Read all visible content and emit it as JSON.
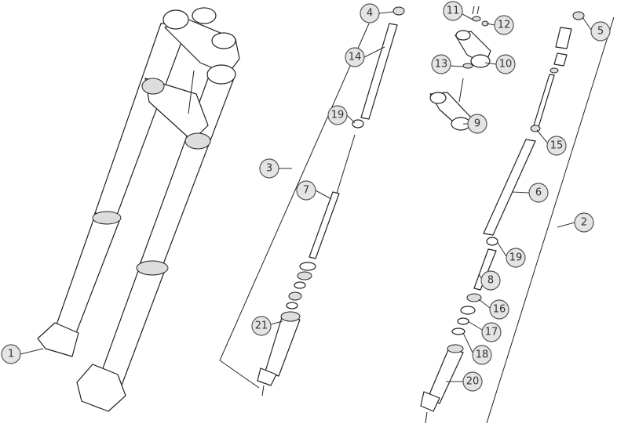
{
  "diagram": {
    "callouts": [
      {
        "label": "1"
      },
      {
        "label": "2"
      },
      {
        "label": "3"
      },
      {
        "label": "4"
      },
      {
        "label": "5"
      },
      {
        "label": "6"
      },
      {
        "label": "7"
      },
      {
        "label": "8"
      },
      {
        "label": "9"
      },
      {
        "label": "10"
      },
      {
        "label": "11"
      },
      {
        "label": "12"
      },
      {
        "label": "13"
      },
      {
        "label": "14"
      },
      {
        "label": "15"
      },
      {
        "label": "16"
      },
      {
        "label": "17"
      },
      {
        "label": "18"
      },
      {
        "label": "19"
      },
      {
        "label": "19"
      },
      {
        "label": "20"
      },
      {
        "label": "21"
      }
    ]
  }
}
